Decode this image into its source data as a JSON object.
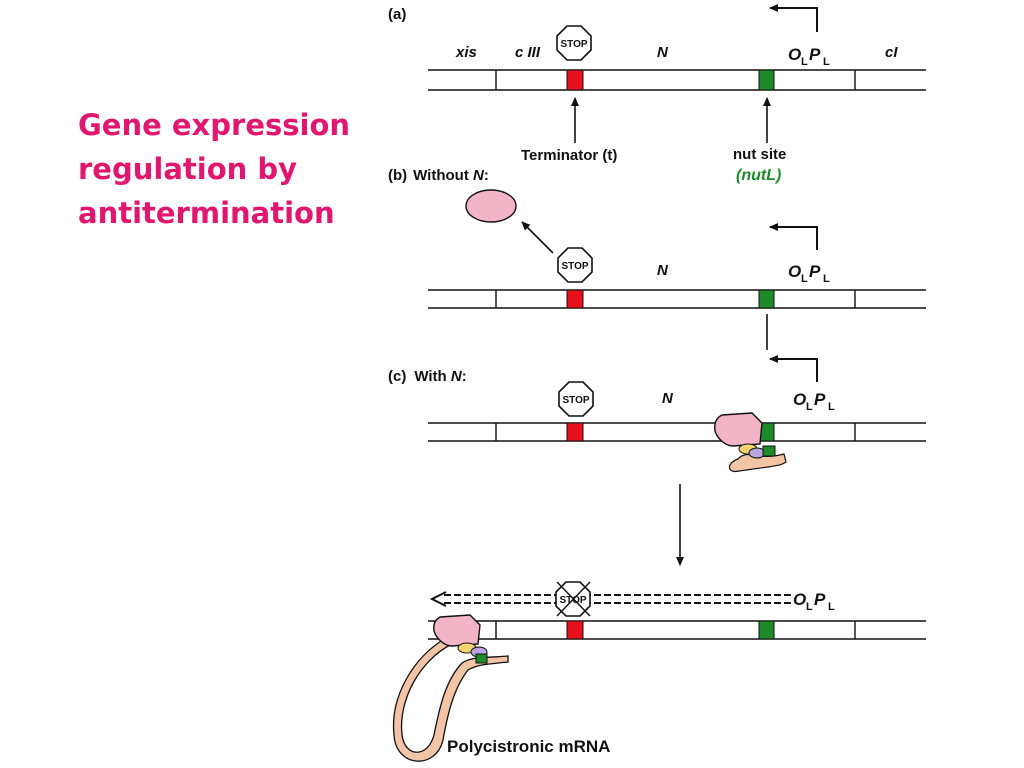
{
  "title": {
    "lines": [
      "Gene expression",
      "regulation by",
      "antitermination"
    ]
  },
  "panel_a": {
    "label": "(a)",
    "genes": [
      "xis",
      "c III",
      "N",
      "cI"
    ],
    "operator": "O",
    "operator_sub": "L",
    "promoter": "P",
    "promoter_sub": "L",
    "stop": "STOP",
    "terminator_label": "Terminator (t)",
    "nut_label": "nut site",
    "nut_name": "(nutL)"
  },
  "panel_b": {
    "label": "(b)",
    "caption_pre": "Without ",
    "caption_gene": "N",
    "caption_post": ":",
    "stop": "STOP",
    "gene": "N",
    "operator": "O",
    "operator_sub": "L",
    "promoter": "P",
    "promoter_sub": "L"
  },
  "panel_c": {
    "label": "(c)",
    "caption_pre": "With ",
    "caption_gene": "N",
    "caption_post": ":",
    "stop": "STOP",
    "gene": "N",
    "operator": "O",
    "operator_sub": "L",
    "promoter": "P",
    "promoter_sub": "L"
  },
  "panel_d": {
    "stop": "STOP",
    "operator": "O",
    "operator_sub": "L",
    "promoter": "P",
    "promoter_sub": "L",
    "mrna_label": "Polycistronic mRNA"
  },
  "colors": {
    "title": "#e0166f",
    "terminator": "#e8111b",
    "nut_site": "#1f8a2a",
    "nutL_text": "#1f8a2a",
    "polymerase": "#f2b4c6",
    "mrna": "#f4c4a6"
  }
}
